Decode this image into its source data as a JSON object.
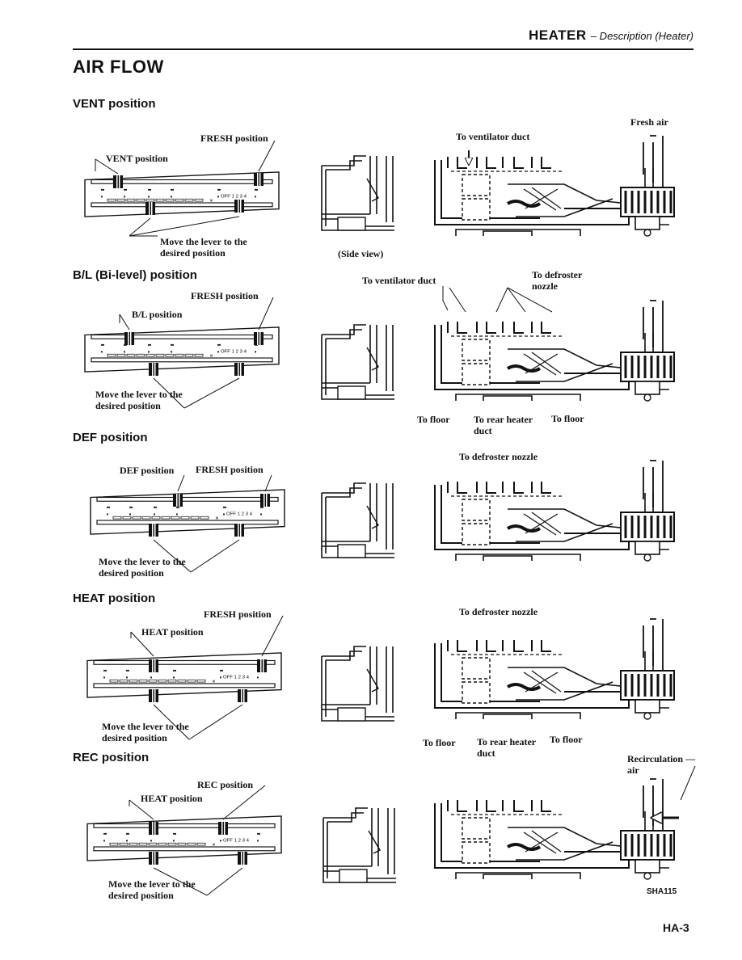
{
  "header": {
    "title": "HEATER",
    "subtitle": "– Description (Heater)"
  },
  "page_title": "AIR FLOW",
  "sections": {
    "vent": {
      "heading": "VENT position",
      "labels": {
        "fresh": "FRESH position",
        "mode": "VENT position",
        "move": "Move the lever to the desired position",
        "side_view": "(Side view)",
        "fresh_air": "Fresh air",
        "ventilator": "To ventilator duct"
      }
    },
    "bilevel": {
      "heading": "B/L (Bi-level) position",
      "labels": {
        "fresh": "FRESH position",
        "mode": "B/L position",
        "move": "Move the lever to the desired position",
        "ventilator": "To ventilator duct",
        "defroster": "To defroster nozzle",
        "floor_left": "To floor",
        "rear": "To rear heater duct",
        "floor_right": "To floor"
      }
    },
    "def": {
      "heading": "DEF position",
      "labels": {
        "mode": "DEF position",
        "fresh": "FRESH position",
        "move": "Move the lever to the desired position",
        "defroster": "To defroster nozzle"
      }
    },
    "heat": {
      "heading": "HEAT position",
      "labels": {
        "fresh": "FRESH position",
        "mode": "HEAT position",
        "move": "Move the lever to the desired position",
        "defroster": "To defroster nozzle",
        "floor_left": "To floor",
        "rear": "To rear heater duct",
        "floor_right": "To floor"
      }
    },
    "rec": {
      "heading": "REC position",
      "labels": {
        "rec": "REC position",
        "mode": "HEAT position",
        "move": "Move the lever to the desired position",
        "recirc": "Recirculation — air"
      }
    }
  },
  "panel_text": {
    "modes": [
      "VENT",
      "B/L",
      "HEAT",
      "DEF",
      "REC",
      "FRESH"
    ],
    "fan": "OFF 1 2 3 4"
  },
  "figure_code": "SHA115",
  "page_number": "HA-3"
}
